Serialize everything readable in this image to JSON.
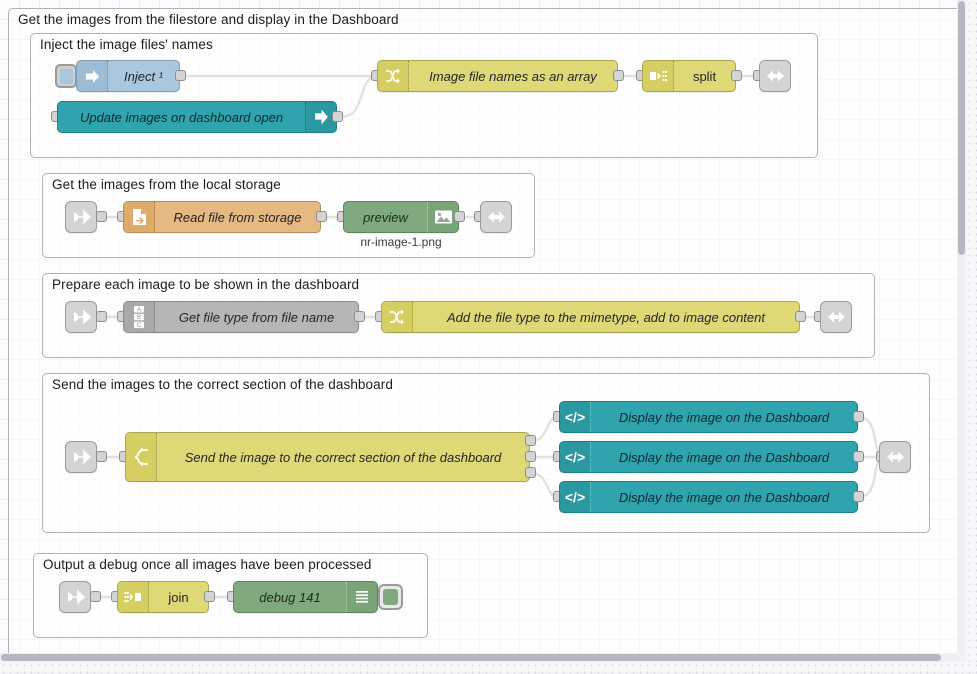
{
  "canvas": {
    "grid_size": 20,
    "background": "#fbfbfd",
    "grid_color": "#eceef5"
  },
  "groups": [
    {
      "id": "outer",
      "label": "Get the images from the filestore and display in the Dashboard"
    },
    {
      "id": "inject",
      "label": "Inject the image files' names"
    },
    {
      "id": "read",
      "label": "Get the images from the local storage"
    },
    {
      "id": "prep",
      "label": "Prepare each image to be shown in the dashboard"
    },
    {
      "id": "send",
      "label": "Send the images to the correct section of the dashboard"
    },
    {
      "id": "debug",
      "label": "Output a debug once all images have been processed"
    }
  ],
  "nodes": {
    "inject": {
      "label": "Inject ¹",
      "icon": "inject-arrow-icon",
      "color": "#a9c7de"
    },
    "ui_event": {
      "label": "Update images on dashboard open",
      "icon": "dashboard-event-arrow-icon",
      "color": "#2fa3ae"
    },
    "change_array": {
      "label": "Image file names as an array",
      "icon": "change-shuffle-icon",
      "color": "#dfd877"
    },
    "split": {
      "label": "split",
      "icon": "split-icon",
      "color": "#dfd877"
    },
    "link_out_1": {
      "label": "",
      "icon": "link-out-icon",
      "color": "#d4d4d4"
    },
    "link_in_2": {
      "label": "",
      "icon": "link-in-icon",
      "color": "#d4d4d4"
    },
    "file_read": {
      "label": "Read file from storage",
      "icon": "file-in-icon",
      "color": "#e5b981"
    },
    "preview": {
      "label": "preview",
      "icon": "image-preview-icon",
      "color": "#7fa97f",
      "caption": "nr-image-1.png"
    },
    "link_out_2": {
      "label": "",
      "icon": "link-out-icon",
      "color": "#d4d4d4"
    },
    "link_in_3": {
      "label": "",
      "icon": "link-in-icon",
      "color": "#d4d4d4"
    },
    "file_type": {
      "label": "Get file type from file name",
      "icon": "abc-string-icon",
      "color": "#b6b6b6"
    },
    "change_mime": {
      "label": "Add the file type to the mimetype, add to image content",
      "icon": "change-shuffle-icon",
      "color": "#dfd877"
    },
    "link_out_3": {
      "label": "",
      "icon": "link-out-icon",
      "color": "#d4d4d4"
    },
    "link_in_4": {
      "label": "",
      "icon": "link-in-icon",
      "color": "#d4d4d4"
    },
    "switch": {
      "label": "Send the image to the correct section of the dashboard",
      "icon": "switch-branch-icon",
      "color": "#dfd877"
    },
    "template_1": {
      "label": "Display the image on the Dashboard",
      "icon": "code-template-icon",
      "color": "#2fa3ae"
    },
    "template_2": {
      "label": "Display the image on the Dashboard",
      "icon": "code-template-icon",
      "color": "#2fa3ae"
    },
    "template_3": {
      "label": "Display the image on the Dashboard",
      "icon": "code-template-icon",
      "color": "#2fa3ae"
    },
    "link_out_4": {
      "label": "",
      "icon": "link-out-icon",
      "color": "#d4d4d4"
    },
    "link_in_5": {
      "label": "",
      "icon": "link-in-icon",
      "color": "#d4d4d4"
    },
    "join": {
      "label": "join",
      "icon": "join-icon",
      "color": "#dfd877"
    },
    "debug": {
      "label": "debug 141",
      "icon": "debug-lines-icon",
      "color": "#7fa97f"
    }
  }
}
